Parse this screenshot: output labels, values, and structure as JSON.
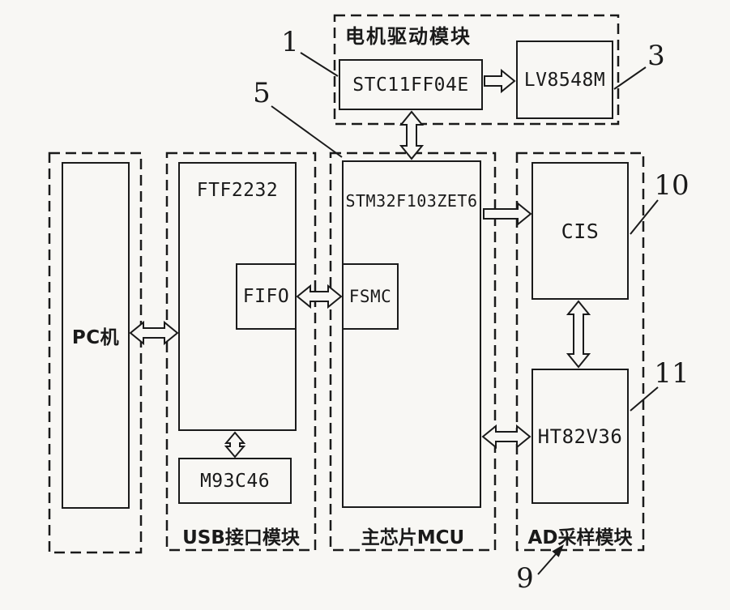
{
  "colors": {
    "line": "#1a1a1a",
    "background": "#f8f7f4"
  },
  "modules": {
    "motor": {
      "title": "电机驱动模块"
    },
    "usb": {
      "label": "USB接口模块"
    },
    "mcu": {
      "label": "主芯片MCU"
    },
    "ad": {
      "label": "AD采样模块"
    }
  },
  "blocks": {
    "stc11ff04e": "STC11FF04E",
    "lv8548m": "LV8548M",
    "pc": "PC机",
    "ftf2232": "FTF2232",
    "fifo": "FIFO",
    "m93c46": "M93C46",
    "stm32": "STM32F103ZET6",
    "fsmc": "FSMC",
    "cis": "CIS",
    "ht82v36": "HT82V36"
  },
  "callouts": {
    "c1": "1",
    "c3": "3",
    "c5": "5",
    "c9": "9",
    "c10": "10",
    "c11": "11"
  }
}
